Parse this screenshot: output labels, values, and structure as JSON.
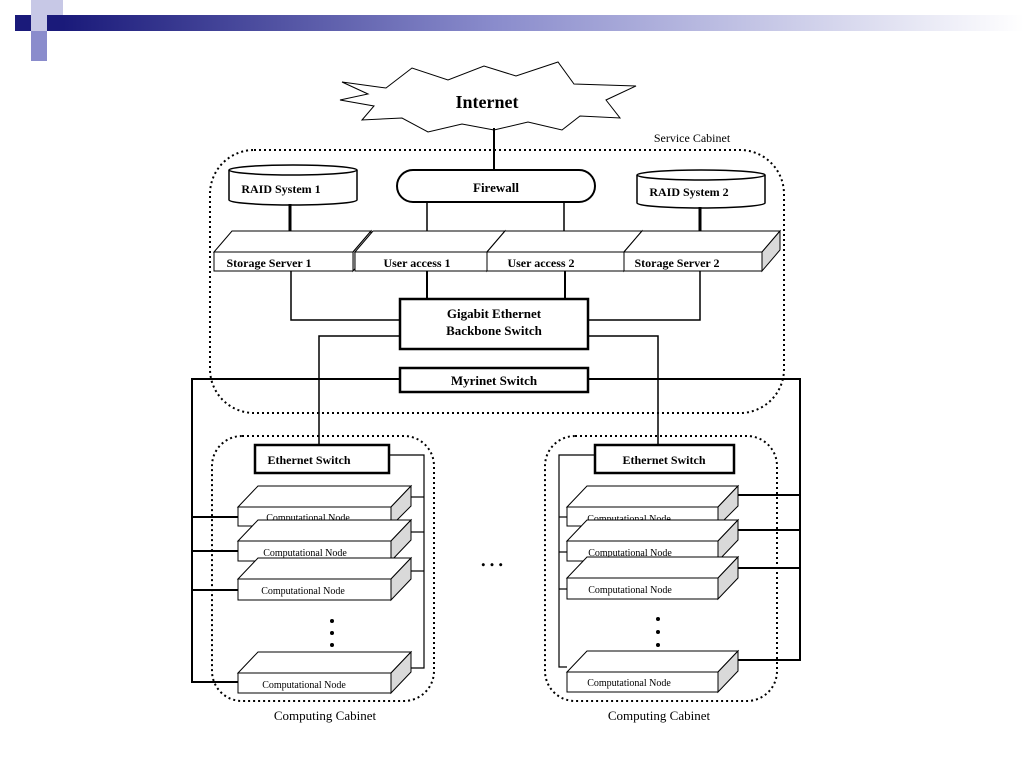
{
  "internet": "Internet",
  "firewall": "Firewall",
  "service_cabinet": "Service Cabinet",
  "raid_1": "RAID System 1",
  "raid_2": "RAID System 2",
  "storage_server_1": "Storage Server 1",
  "user_access_1": "User access 1",
  "user_access_2": "User access 2",
  "storage_server_2": "Storage Server 2",
  "gigabit_switch": [
    "Gigabit Ethernet",
    "Backbone Switch"
  ],
  "myrinet_switch": "Myrinet Switch",
  "ethernet_switch": "Ethernet Switch",
  "computational_node": "Computational Node",
  "computing_cabinet": "Computing Cabinet",
  "ellipsis": "…",
  "colors": {
    "accent_navy": "#1a1a7a",
    "accent_periwinkle": "#8a8ccc",
    "box_fill": "#ffffff",
    "box_side": "#d9d9d9",
    "line": "#000000"
  }
}
